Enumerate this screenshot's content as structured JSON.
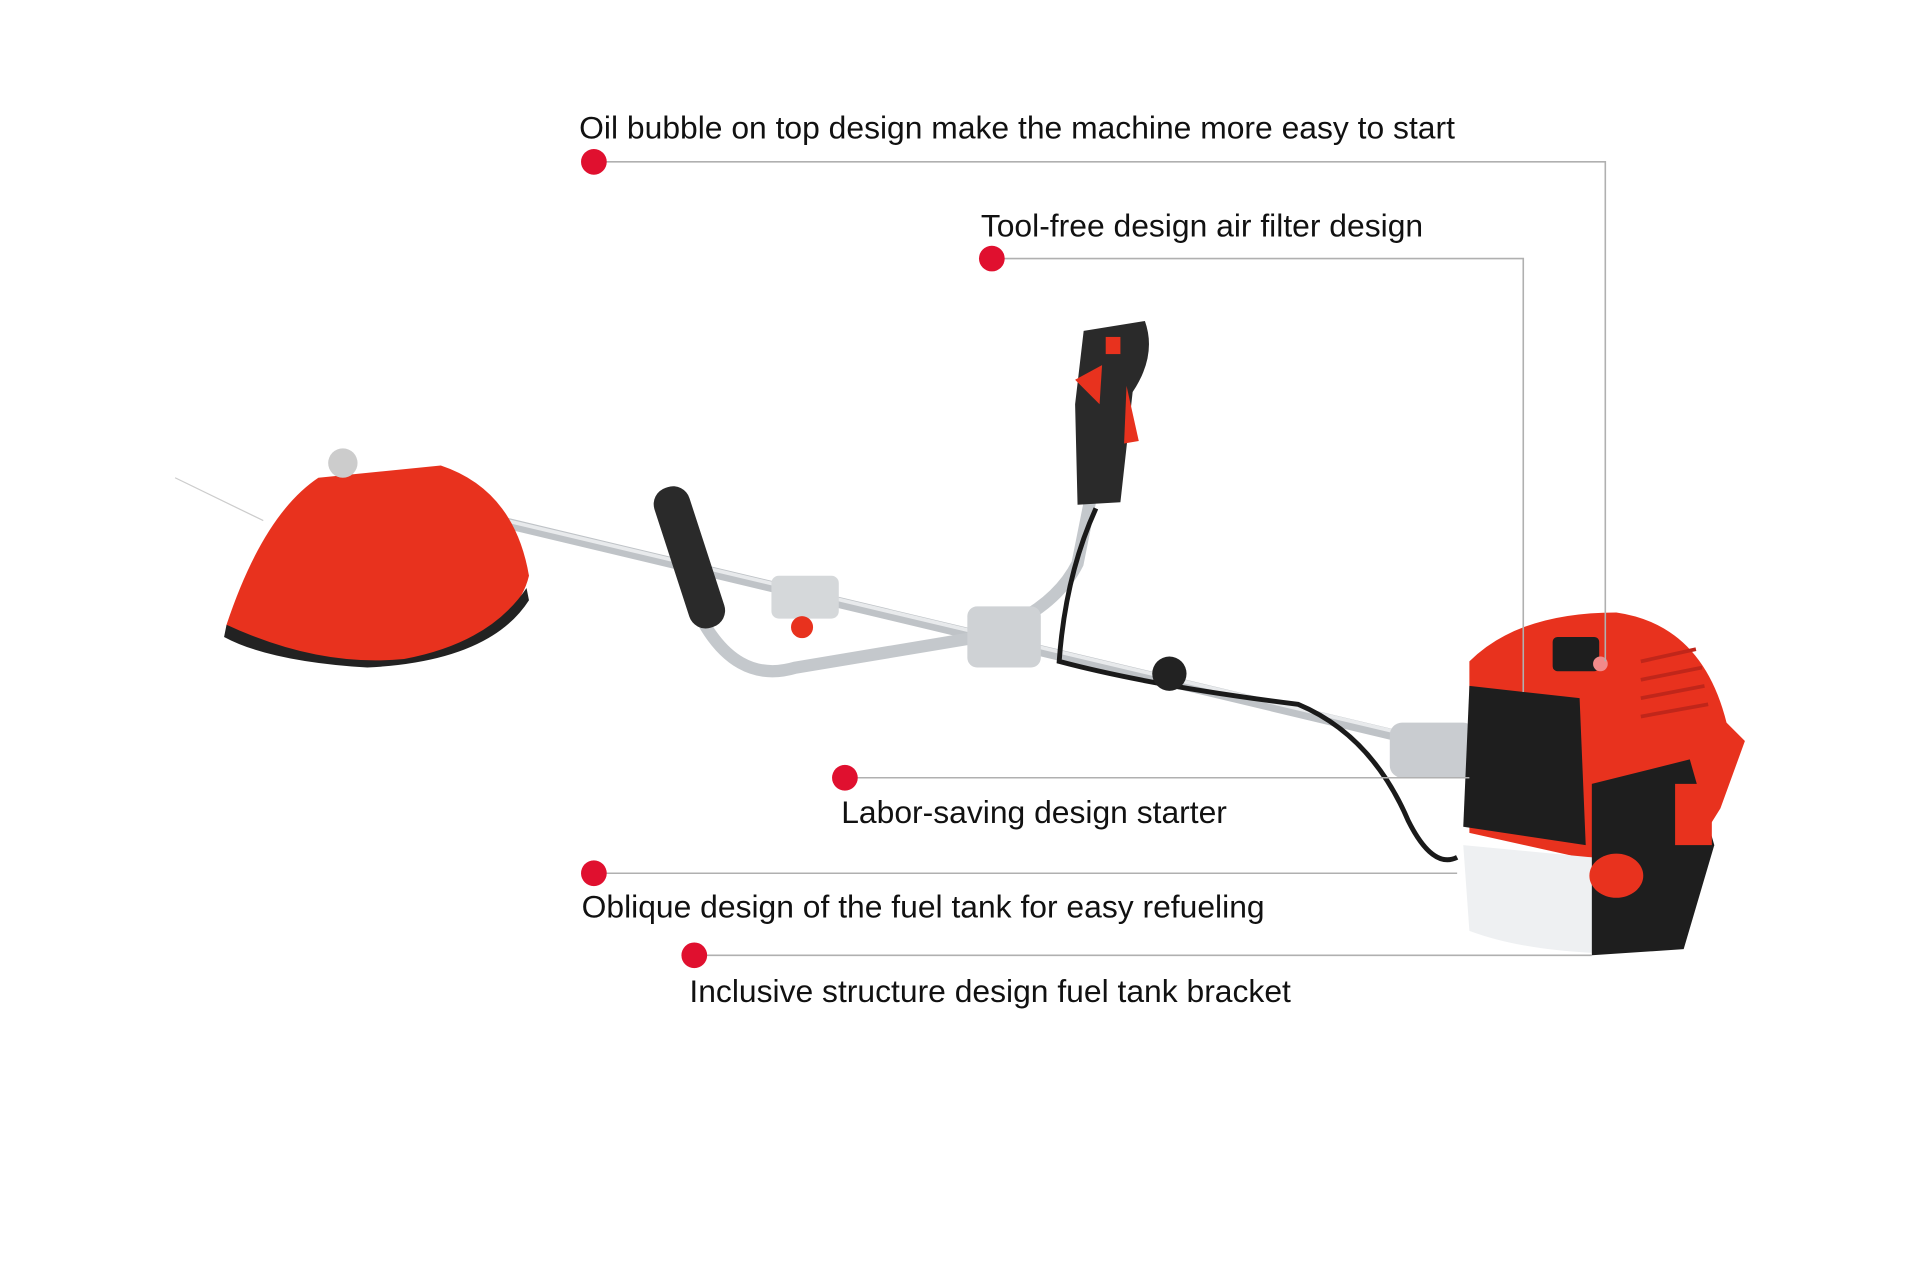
{
  "callouts": [
    {
      "text": "Oil bubble on top design make the machine more easy to start"
    },
    {
      "text": "Tool-free design air filter design"
    },
    {
      "text": "Labor-saving design starter"
    },
    {
      "text": "Oblique design of the fuel tank for easy refueling"
    },
    {
      "text": "Inclusive structure design fuel tank bracket"
    }
  ],
  "colors": {
    "accent": "#e0102f",
    "body_red": "#e8321e",
    "line": "#b0b0b0"
  }
}
